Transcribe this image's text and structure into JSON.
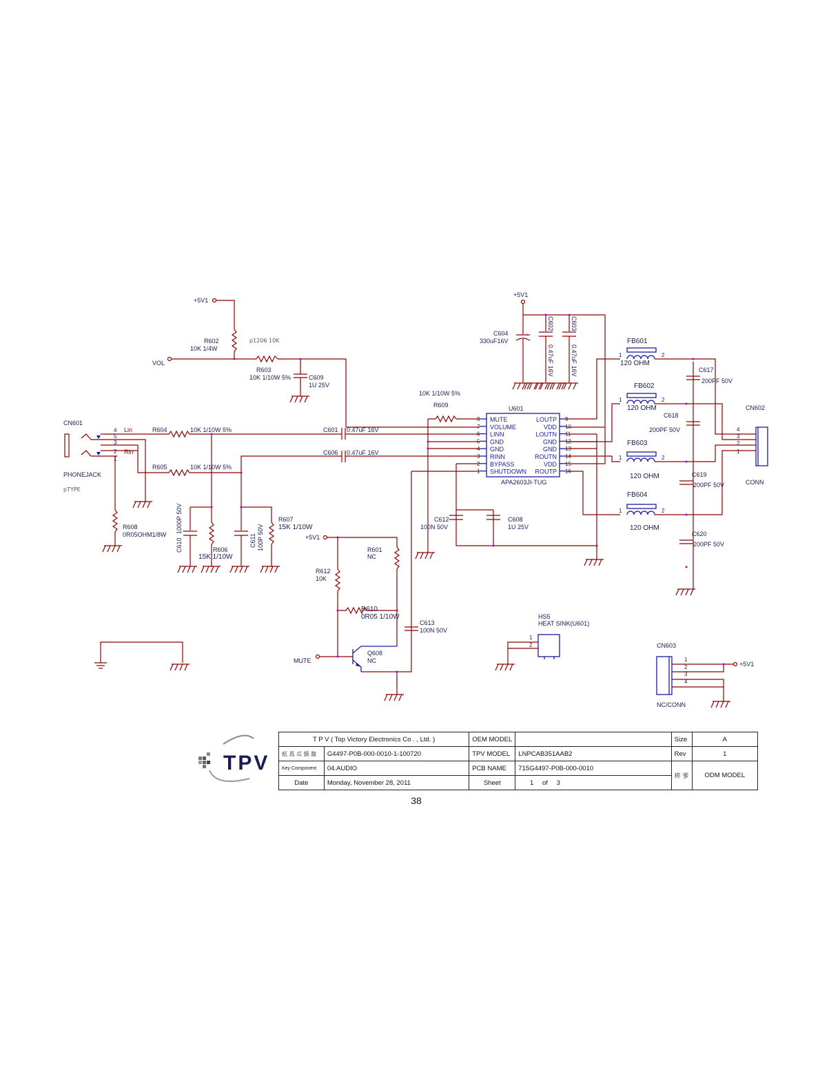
{
  "supply": {
    "v5v1": "+5V1"
  },
  "nets": {
    "vol": "VOL",
    "lin": "Lin",
    "rin": "Rin",
    "mute": "MUTE"
  },
  "notes": {
    "p1206": "p1206 10K",
    "ptype": "pTYPE"
  },
  "components": {
    "r602": {
      "ref": "R602",
      "value": "10K 1/4W"
    },
    "r603": {
      "ref": "R603",
      "value": "10K 1/10W 5%"
    },
    "c609": {
      "ref": "C609",
      "value": "1U 25V"
    },
    "c604": {
      "ref": "C604",
      "value": "330uF16V"
    },
    "c602": {
      "ref": "C602",
      "value": "0.47uF 16V"
    },
    "c603": {
      "ref": "C603",
      "value": "0.47uF 16V"
    },
    "fb601": {
      "ref": "FB601",
      "value": "120 OHM"
    },
    "fb602": {
      "ref": "FB602",
      "value": "120 OHM"
    },
    "fb603": {
      "ref": "FB603",
      "value": "120 OHM"
    },
    "fb604": {
      "ref": "FB604",
      "value": "120 OHM"
    },
    "c617": {
      "ref": "C617",
      "value": "200PF 50V"
    },
    "c618": {
      "ref": "C618",
      "value": "200PF 50V"
    },
    "c619": {
      "ref": "C619",
      "value": "200PF 50V"
    },
    "c620": {
      "ref": "C620",
      "value": "200PF 50V"
    },
    "r609": {
      "ref": "R609",
      "value": "10K 1/10W 5%"
    },
    "cn601": {
      "ref": "CN601",
      "value": "PHONEJACK"
    },
    "cn602": {
      "ref": "CN602",
      "value": "CONN"
    },
    "cn603": {
      "ref": "CN603",
      "value": "NC/CONN"
    },
    "r604": {
      "ref": "R604",
      "value": "10K 1/10W 5%"
    },
    "r605": {
      "ref": "R605",
      "value": "10K 1/10W 5%"
    },
    "c601": {
      "ref": "C601",
      "value": "0.47uF 16V"
    },
    "c606": {
      "ref": "C606",
      "value": "0.47uF 16V"
    },
    "r608": {
      "ref": "R608",
      "value": "0R05OHM1/8W"
    },
    "c610": {
      "ref": "C610",
      "value": "1000P 50V"
    },
    "r606": {
      "ref": "R606",
      "value": "15K 1/10W"
    },
    "c611": {
      "ref": "C611",
      "value": "100P 50V"
    },
    "r607": {
      "ref": "R607",
      "value": "15K 1/10W"
    },
    "r601": {
      "ref": "R601",
      "value": "NC"
    },
    "r612": {
      "ref": "R612",
      "value": "10K"
    },
    "r610": {
      "ref": "R610",
      "value": "0R05 1/10W"
    },
    "q608": {
      "ref": "Q608",
      "value": "NC"
    },
    "c613": {
      "ref": "C613",
      "value": "100N 50V"
    },
    "c612": {
      "ref": "C612",
      "value": "100N 50V"
    },
    "c608": {
      "ref": "C608",
      "value": "1U 25V"
    },
    "hs5": {
      "ref": "HS5",
      "value": "HEAT SINK(U601)"
    }
  },
  "u601": {
    "ref": "U601",
    "part": "APA2603JI-TUG",
    "left_pins": [
      {
        "num": "8",
        "name": "MUTE"
      },
      {
        "num": "7",
        "name": "VOLUME"
      },
      {
        "num": "6",
        "name": "LINN"
      },
      {
        "num": "5",
        "name": "GND"
      },
      {
        "num": "4",
        "name": "GND"
      },
      {
        "num": "3",
        "name": "RINN"
      },
      {
        "num": "2",
        "name": "BYPASS"
      },
      {
        "num": "1",
        "name": "SHUTDOWN"
      }
    ],
    "right_pins": [
      {
        "num": "9",
        "name": "LOUTP"
      },
      {
        "num": "10",
        "name": "VDD"
      },
      {
        "num": "11",
        "name": "LOUTN"
      },
      {
        "num": "12",
        "name": "GND"
      },
      {
        "num": "13",
        "name": "GND"
      },
      {
        "num": "14",
        "name": "ROUTN"
      },
      {
        "num": "15",
        "name": "VDD"
      },
      {
        "num": "16",
        "name": "ROUTP"
      }
    ]
  },
  "pins": {
    "cn601": [
      "4",
      "5",
      "3",
      "2",
      "1"
    ],
    "cn602": [
      "4",
      "3",
      "2",
      "1"
    ],
    "cn603": [
      "1",
      "2",
      "3",
      "4"
    ],
    "hs5": [
      "1",
      "2"
    ],
    "fb": [
      "1",
      "2"
    ]
  },
  "title_block": {
    "company": "T P V  ( Top   Victory   Electronics   Co . ,  Ltd. )",
    "oem_model_label": "OEM MODEL",
    "oem_model_value": "",
    "size_label": "Size",
    "size_value": "A",
    "row2_label": "紙 爲 瓜 鋼 腹",
    "doc_number": "G4497-P0B-000-0010-1-100720",
    "tpv_model_label": "TPV MODEL",
    "tpv_model_value": "LNPCAB351AAB2",
    "rev_label": "Rev",
    "rev_value": "1",
    "key_component_label": "Key Component",
    "key_component_value": "04.AUDIO",
    "pcb_name_label": "PCB NAME",
    "pcb_name_value": "715G4497-P0B-000-0010",
    "cjk_label": "称 爹",
    "odm_model": "ODM  MODEL",
    "date_label": "Date",
    "date_value": "Monday, November 28, 2011",
    "sheet_label": "Sheet",
    "sheet_value": "1",
    "of_label": "of",
    "sheet_total": "3"
  },
  "logo": {
    "text": "TPV"
  },
  "page_number": "38"
}
